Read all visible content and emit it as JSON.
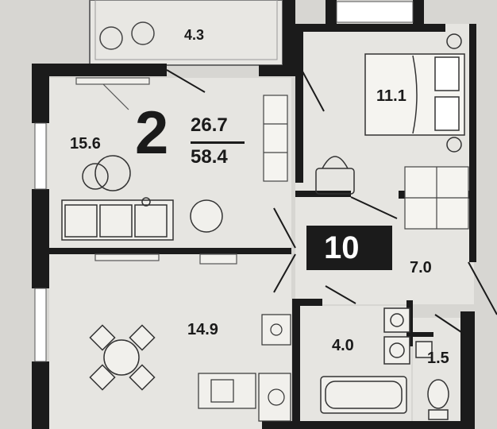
{
  "apartment": {
    "room_count": "2",
    "living_area": "26.7",
    "total_area": "58.4",
    "floor": "10"
  },
  "rooms": {
    "balcony": "4.3",
    "living_room": "15.6",
    "bedroom": "11.1",
    "hallway": "7.0",
    "kitchen": "14.9",
    "bathroom": "4.0",
    "toilet": "1.5"
  },
  "colors": {
    "wall": "#1b1b1b",
    "floor": "#e6e5e1",
    "background": "#d7d6d2",
    "floor_badge": "#1b1b1b",
    "floor_badge_text": "#ffffff"
  },
  "icons": [
    "bed-icon",
    "sofa-icon",
    "armchair-icon",
    "dining-table-icon",
    "bathtub-icon",
    "sink-icon",
    "toilet-icon",
    "stove-icon",
    "wardrobe-icon",
    "plant-icon",
    "lamp-icon"
  ]
}
